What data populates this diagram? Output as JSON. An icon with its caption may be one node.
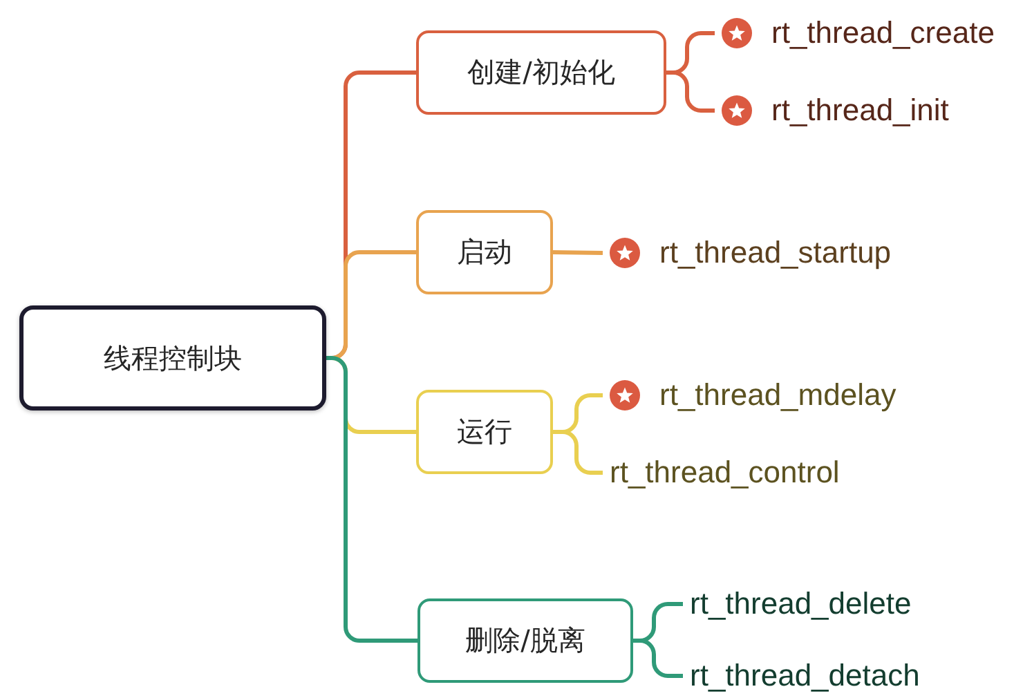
{
  "diagram": {
    "nodes": [
      {
        "text": [
          "线程控制块"
        ]
      },
      {
        "text": [
          "创建/初始化"
        ]
      },
      {
        "text": [
          "rt_thread_create"
        ]
      },
      {
        "text": [
          "rt_thread_init"
        ]
      },
      {
        "text": [
          "启动"
        ]
      },
      {
        "text": [
          "rt_thread_startup"
        ]
      },
      {
        "text": [
          "运行"
        ]
      },
      {
        "text": [
          "rt_thread_mdelay"
        ]
      },
      {
        "text": [
          "rt_thread_control"
        ]
      },
      {
        "text": [
          "删除/脱离"
        ]
      },
      {
        "text": [
          "rt_thread_delete"
        ]
      },
      {
        "text": [
          "rt_thread_detach"
        ]
      }
    ],
    "edges": [
      {
        "from": 0,
        "to": 1,
        "arrow": "none",
        "color": "#d9603f"
      },
      {
        "from": 1,
        "to": 2,
        "arrow": "none",
        "color": "#d9603f"
      },
      {
        "from": 1,
        "to": 3,
        "arrow": "none",
        "color": "#d9603f"
      },
      {
        "from": 0,
        "to": 4,
        "arrow": "none",
        "color": "#e8a34f"
      },
      {
        "from": 4,
        "to": 5,
        "arrow": "none",
        "color": "#e8a34f"
      },
      {
        "from": 0,
        "to": 6,
        "arrow": "none",
        "color": "#e9cf50"
      },
      {
        "from": 6,
        "to": 7,
        "arrow": "none",
        "color": "#e9cf50"
      },
      {
        "from": 6,
        "to": 8,
        "arrow": "none",
        "color": "#e9cf50"
      },
      {
        "from": 0,
        "to": 9,
        "arrow": "none",
        "color": "#2f9a78"
      },
      {
        "from": 9,
        "to": 10,
        "arrow": "none",
        "color": "#2f9a78"
      },
      {
        "from": 9,
        "to": 11,
        "arrow": "none",
        "color": "#2f9a78"
      }
    ]
  }
}
